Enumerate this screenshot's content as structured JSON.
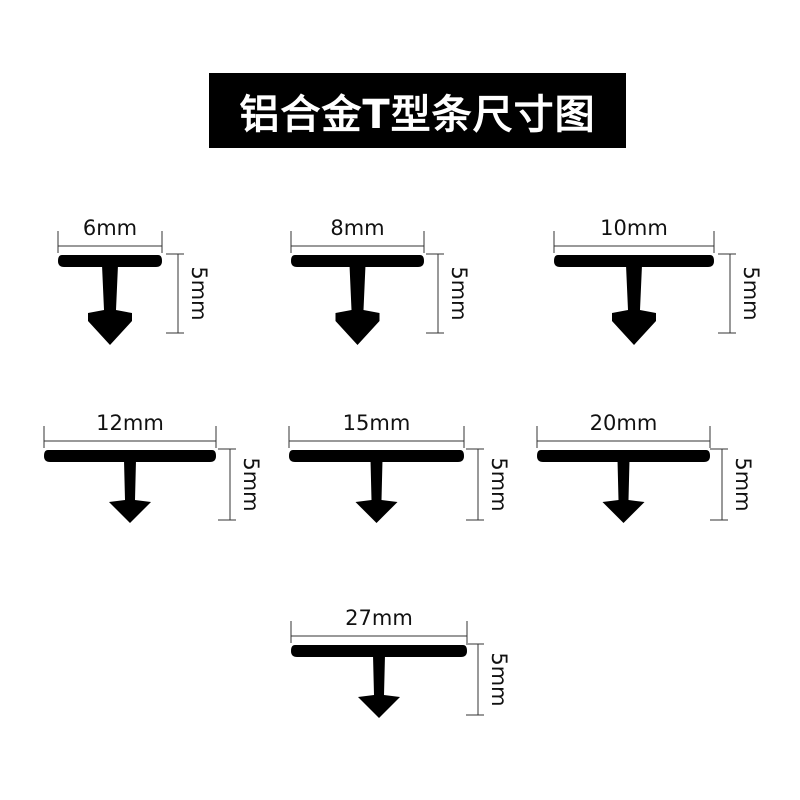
{
  "title": "铝合金T型条尺寸图",
  "colors": {
    "banner": "#000000",
    "banner_text": "#ffffff",
    "profile": "#000000",
    "dimension": "#333333"
  },
  "height_label": "5mm",
  "profiles": [
    {
      "width_label": "6mm",
      "width_mm": 6
    },
    {
      "width_label": "8mm",
      "width_mm": 8
    },
    {
      "width_label": "10mm",
      "width_mm": 10
    },
    {
      "width_label": "12mm",
      "width_mm": 12
    },
    {
      "width_label": "15mm",
      "width_mm": 15
    },
    {
      "width_label": "20mm",
      "width_mm": 20
    },
    {
      "width_label": "27mm",
      "width_mm": 27
    }
  ]
}
